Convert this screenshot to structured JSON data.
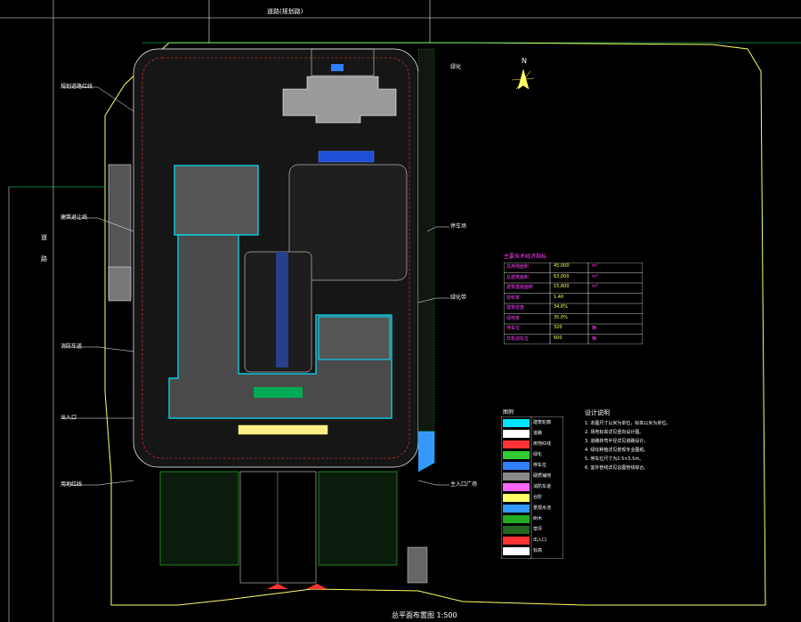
{
  "drawing": {
    "title": "总平面布置图",
    "scale": "1:500",
    "north_label": "N",
    "top_road_label": "道路(规划路)",
    "west_road_label_1": "道",
    "west_road_label_2": "路",
    "east_zone_label": "绿化",
    "colors": {
      "background": "#000000",
      "site_boundary": "#ffff66",
      "building": "#00e5ff",
      "road": "#ffffff",
      "redline": "#ff3333",
      "dimension": "#00ff66",
      "greenery": "#33cc33",
      "parking": "#2f7fff",
      "annotation": "#ffffff",
      "table_text": "#ff44ff"
    }
  },
  "callouts": [
    {
      "id": "c1",
      "text": "规划道路红线"
    },
    {
      "id": "c2",
      "text": "建筑退让线"
    },
    {
      "id": "c3",
      "text": "消防车道"
    },
    {
      "id": "c4",
      "text": "出入口"
    },
    {
      "id": "c5",
      "text": "用地红线"
    },
    {
      "id": "c6",
      "text": "停车场"
    },
    {
      "id": "c7",
      "text": "绿化带"
    },
    {
      "id": "c8",
      "text": "主入口广场"
    }
  ],
  "table": {
    "title": "主要技术经济指标",
    "rows": [
      {
        "name": "总用地面积",
        "value": "45,000",
        "note": "m²"
      },
      {
        "name": "总建筑面积",
        "value": "63,000",
        "note": "m²"
      },
      {
        "name": "建筑基底面积",
        "value": "15,600",
        "note": "m²"
      },
      {
        "name": "容积率",
        "value": "1.40",
        "note": ""
      },
      {
        "name": "建筑密度",
        "value": "34.6%",
        "note": ""
      },
      {
        "name": "绿地率",
        "value": "35.0%",
        "note": ""
      },
      {
        "name": "停车位",
        "value": "320",
        "note": "辆"
      },
      {
        "name": "非机动车位",
        "value": "600",
        "note": "辆"
      }
    ]
  },
  "legend": {
    "title": "图例",
    "items": [
      {
        "label": "建筑轮廓",
        "color": "#00e5ff"
      },
      {
        "label": "道路",
        "color": "#ffffff"
      },
      {
        "label": "用地红线",
        "color": "#ff3333"
      },
      {
        "label": "绿化",
        "color": "#33cc33"
      },
      {
        "label": "停车位",
        "color": "#2f7fff"
      },
      {
        "label": "硬质铺地",
        "color": "#888888"
      },
      {
        "label": "消防车道",
        "color": "#ff66ff"
      },
      {
        "label": "台阶",
        "color": "#ffff66"
      },
      {
        "label": "景观水池",
        "color": "#3399ff"
      },
      {
        "label": "树木",
        "color": "#22aa22"
      },
      {
        "label": "草坪",
        "color": "#226622"
      },
      {
        "label": "出入口",
        "color": "#ff3333"
      },
      {
        "label": "标高",
        "color": "#ffffff"
      }
    ]
  },
  "notes": {
    "title": "设计说明",
    "lines": [
      "1. 本图尺寸以米为单位，标高以米为单位。",
      "2. 场地标高详见竖向设计图。",
      "3. 道路转弯半径详见道路设计。",
      "4. 绿化种植详见景观专业图纸。",
      "5. 停车位尺寸为2.5×5.5m。",
      "6. 室外管线详见总图管线综合。"
    ]
  }
}
